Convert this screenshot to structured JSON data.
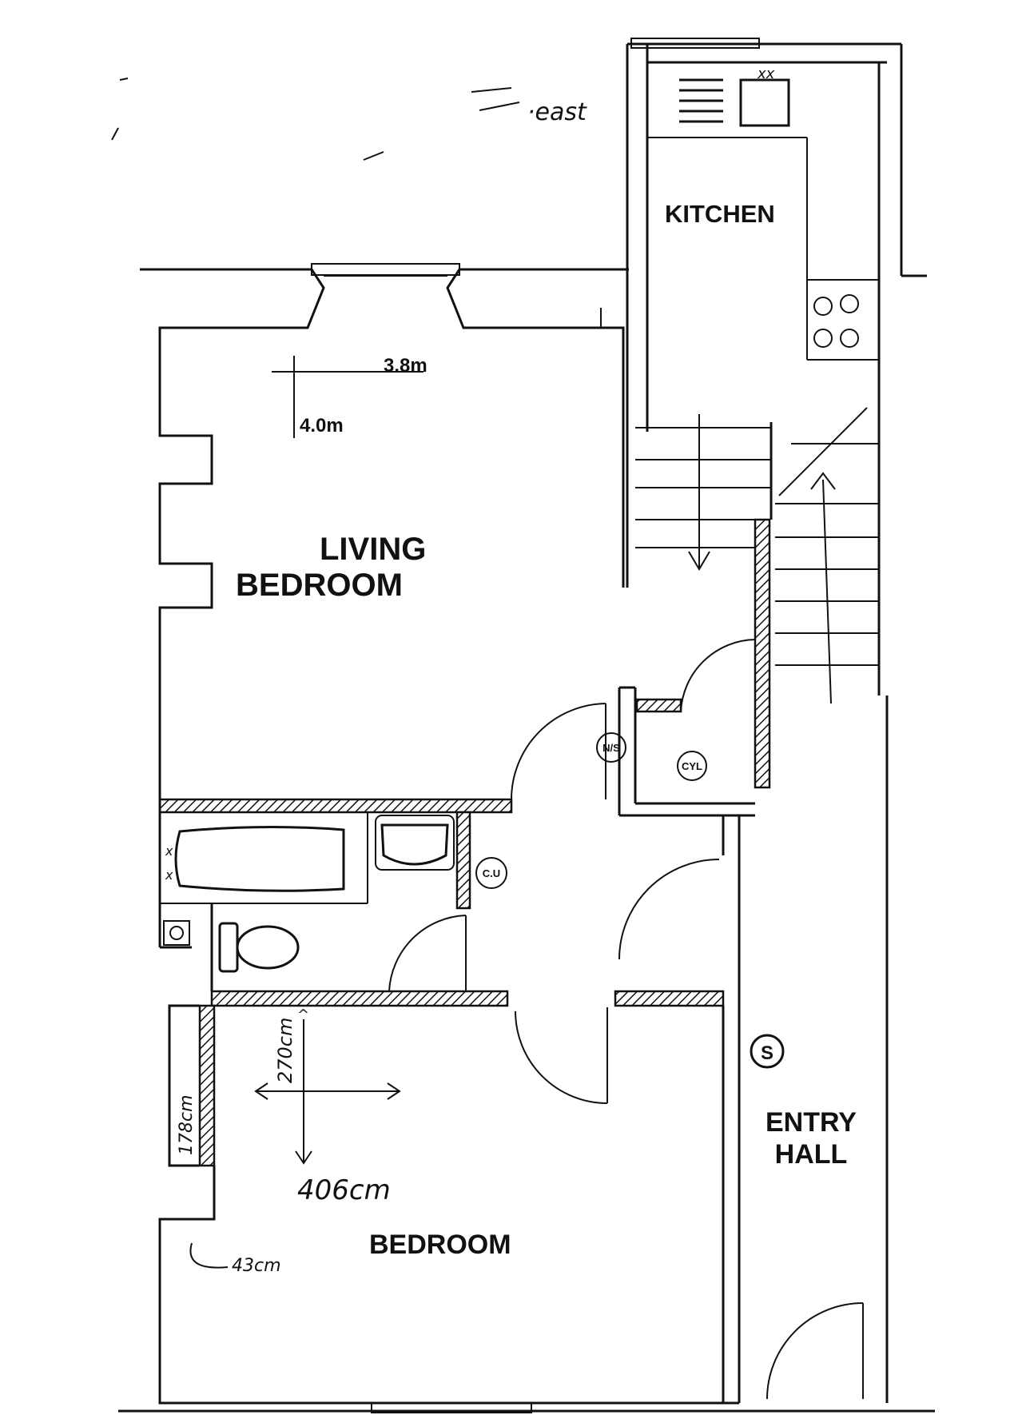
{
  "rooms": {
    "kitchen": "KITCHEN",
    "living_line1": "LIVING",
    "living_line2": "BEDROOM",
    "bedroom": "BEDROOM",
    "entry_line1": "ENTRY",
    "entry_line2": "HALL"
  },
  "dimensions": {
    "living_width": "3.8m",
    "living_length": "4.0m",
    "bedroom_width": "406cm",
    "bedroom_length": "270cm",
    "bedroom_alcove": "178cm",
    "bedroom_recess": "43cm"
  },
  "fixtures": {
    "night_store": "N/S",
    "cylinder": "CYL",
    "consumer_unit": "C.U",
    "smoke_detector": "S"
  },
  "header_scribble": "·east"
}
